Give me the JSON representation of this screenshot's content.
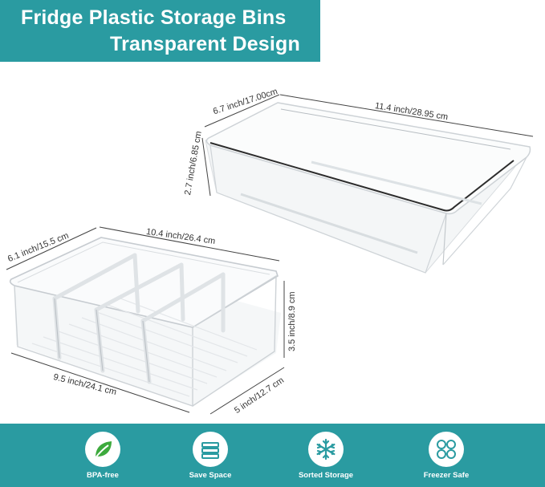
{
  "title": {
    "line1": "Fridge Plastic Storage Bins",
    "line2": "Transparent Design"
  },
  "large_bin": {
    "width_label": "11.4 inch/28.95 cm",
    "depth_label": "6.7 inch/17.00cm",
    "height_label": "2.7 inch/6.85 cm"
  },
  "divided_bin": {
    "top_length_label": "10.4 inch/26.4 cm",
    "top_width_label": "6.1 inch/15.5 cm",
    "height_label": "3.5 inch/8.9 cm",
    "bottom_length_label": "9.5 inch/24.1 cm",
    "bottom_width_label": "5 inch/12.7 cm"
  },
  "features": [
    {
      "label": "BPA-free",
      "icon": "leaf-icon"
    },
    {
      "label": "Save Space",
      "icon": "stacked-layers-icon"
    },
    {
      "label": "Sorted Storage",
      "icon": "snowflake-icon"
    },
    {
      "label": "Freezer Safe",
      "icon": "clover-icon"
    }
  ],
  "colors": {
    "banner": "#2a9ba1",
    "icon_green": "#3daa3d",
    "icon_teal": "#2a9ba1"
  }
}
